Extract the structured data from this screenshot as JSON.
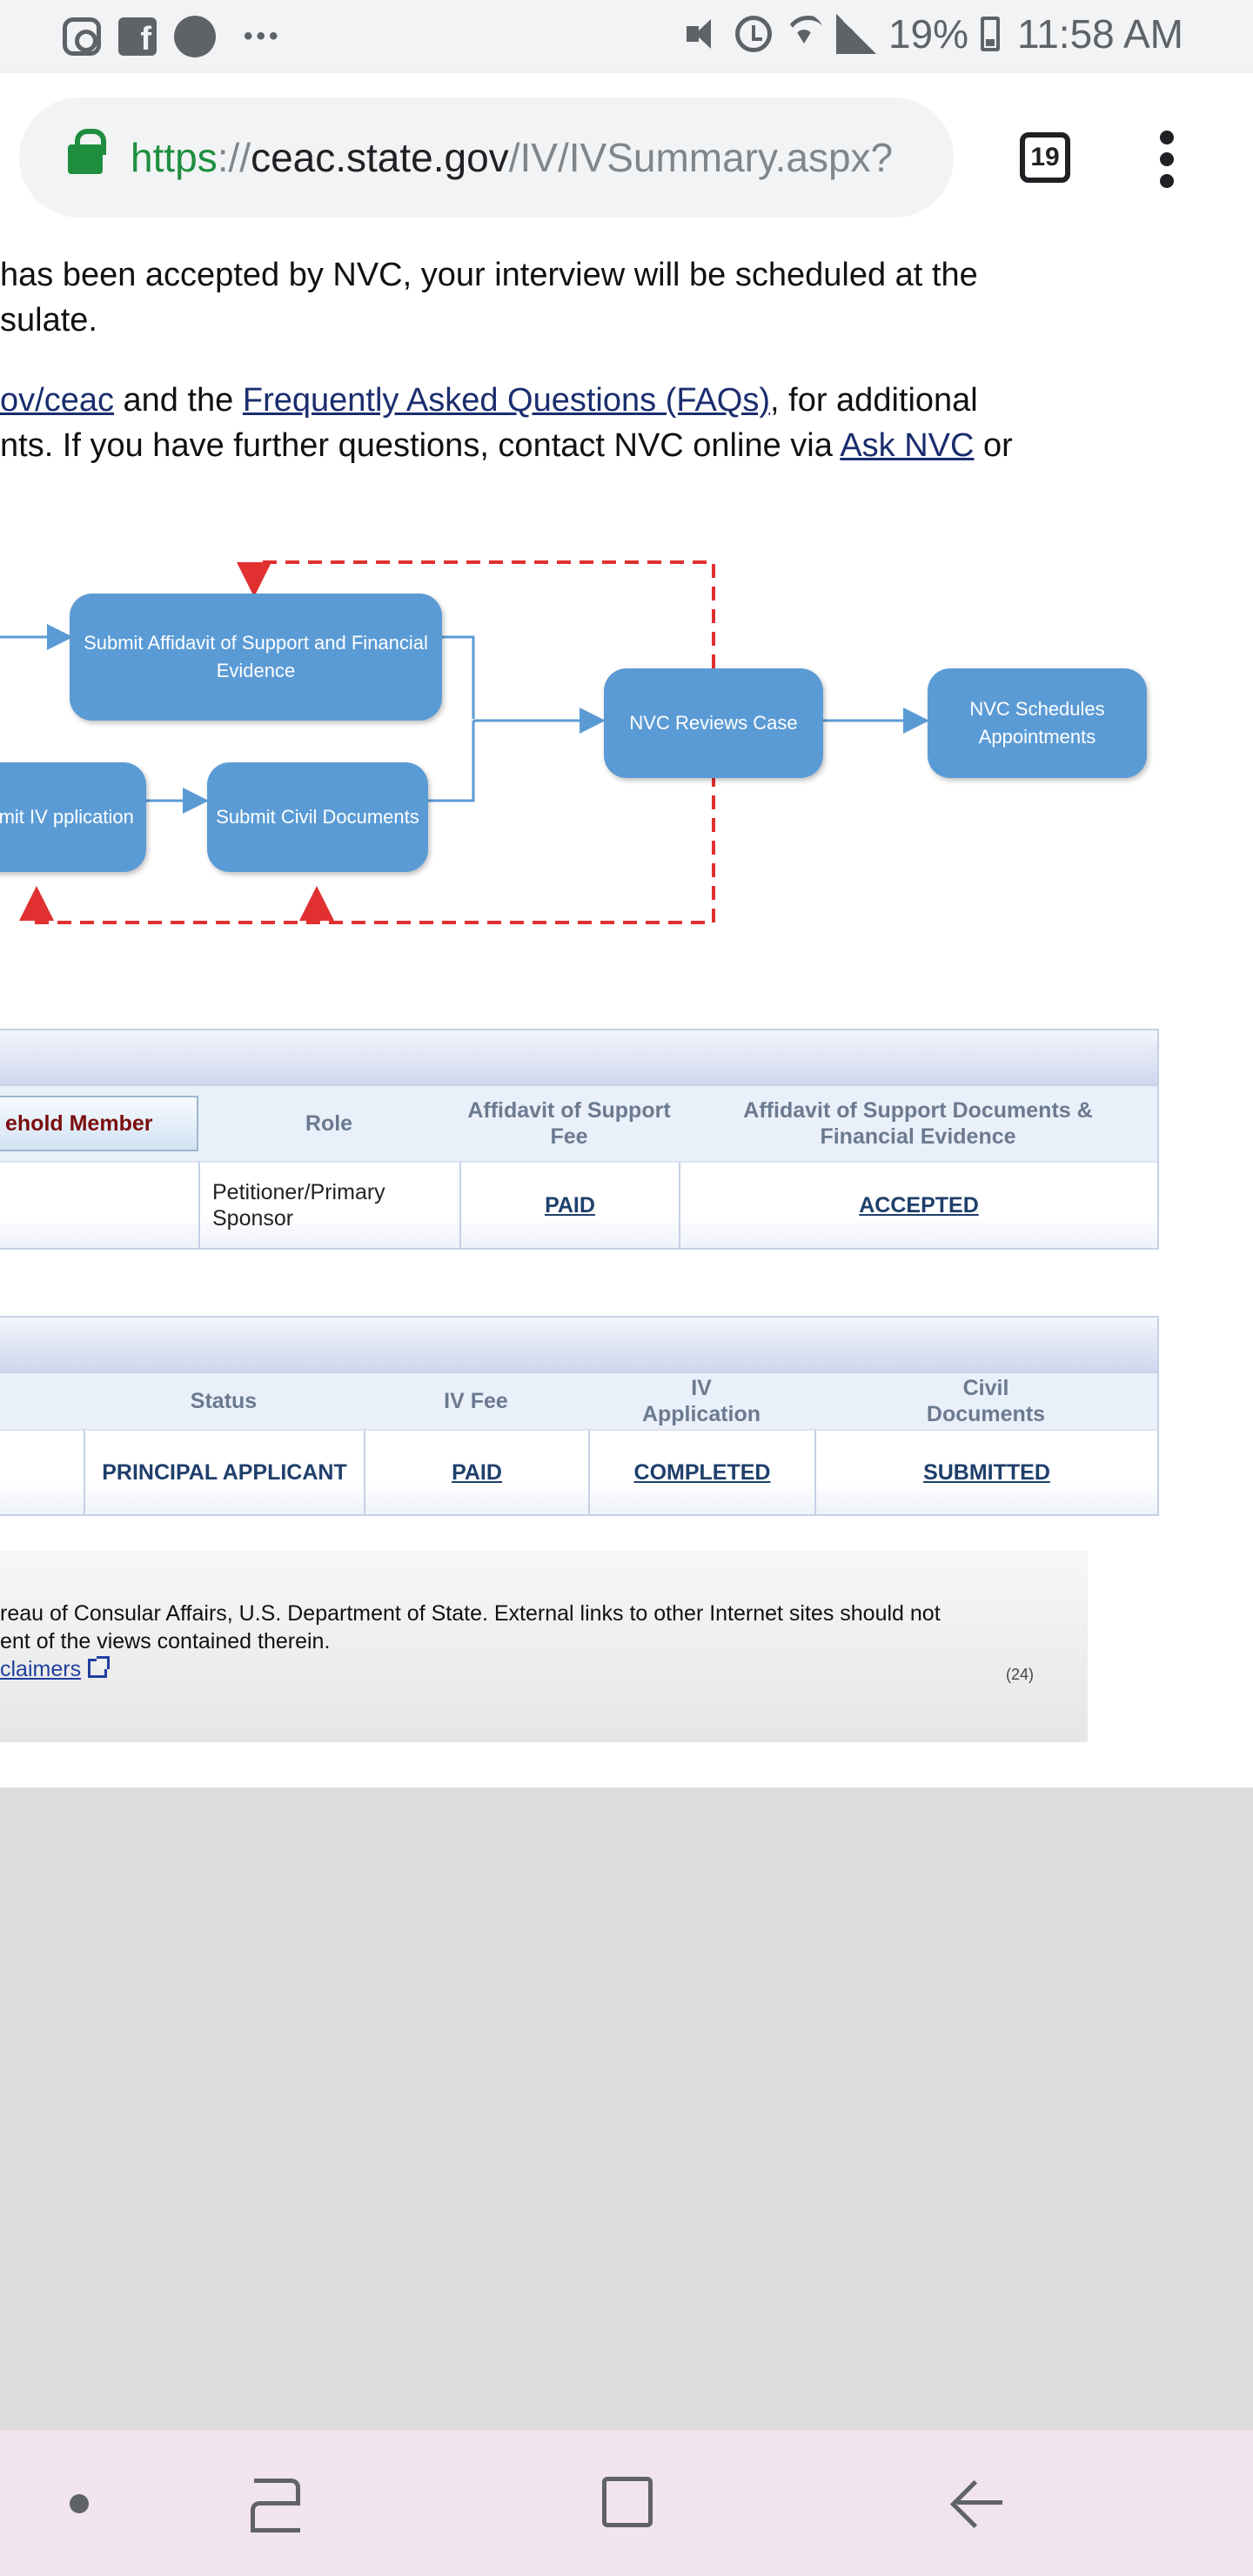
{
  "status_bar": {
    "battery": "19%",
    "time": "11:58 AM",
    "icons": [
      "instagram-icon",
      "facebook-icon",
      "circle-notification-icon",
      "more-notifications-icon",
      "mute-icon",
      "alarm-icon",
      "wifi-icon",
      "signal-icon",
      "battery-icon"
    ]
  },
  "browser": {
    "url_scheme": "https",
    "url_sep": "://",
    "url_host": "ceac.state.gov",
    "url_path": "/IV/IVSummary.aspx?",
    "tab_count": "19"
  },
  "intro": {
    "line1": "has been accepted by NVC, your interview will be scheduled at the",
    "line2": "sulate.",
    "line3_pre_link": "ov/ceac",
    "line3_mid": " and the ",
    "line3_link": "Frequently Asked Questions (FAQs)",
    "line3_post": ", for additional",
    "line4_pre": "nts. If you have further questions, contact NVC online via ",
    "line4_link": "Ask NVC",
    "line4_post": " or"
  },
  "flow": {
    "node_affidavit": "Submit Affidavit of Support and Financial Evidence",
    "node_iv_app": "ubmit IV pplication",
    "node_civil": "Submit Civil Documents",
    "node_review": "NVC Reviews Case",
    "node_schedule": "NVC Schedules Appointments",
    "colors": {
      "node": "#5b9bd5",
      "arrow": "#5b9bd5",
      "loop": "#e03030"
    }
  },
  "sponsor_table": {
    "member_button": "ehold Member",
    "headers": [
      "Role",
      "Affidavit of Support Fee",
      "Affidavit of Support Documents & Financial Evidence"
    ],
    "row": {
      "role": "Petitioner/Primary Sponsor",
      "fee": "PAID",
      "documents": "ACCEPTED"
    }
  },
  "applicant_table": {
    "headers": [
      "Status",
      "IV Fee",
      "IV Application",
      "Civil Documents"
    ],
    "row": {
      "status": "PRINCIPAL APPLICANT",
      "iv_fee": "PAID",
      "iv_application": "COMPLETED",
      "civil_documents": "SUBMITTED"
    }
  },
  "footer": {
    "line1": "reau of Consular Affairs, U.S. Department of State. External links to other Internet sites should not",
    "line2": "ent of the views contained therein.",
    "link": "claimers",
    "counter": "(24)"
  }
}
